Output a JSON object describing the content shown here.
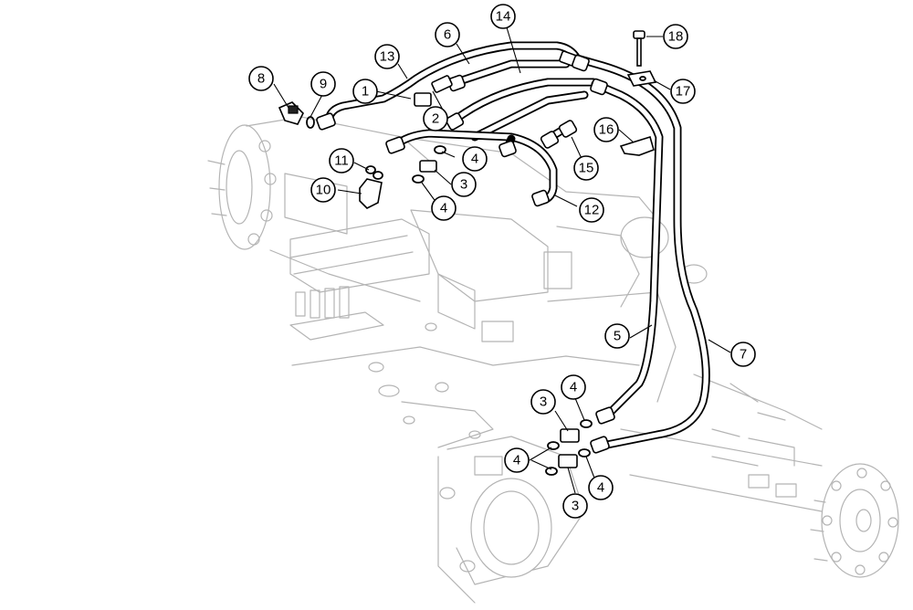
{
  "callouts": [
    {
      "id": "c1",
      "label": "1"
    },
    {
      "id": "c2",
      "label": "2"
    },
    {
      "id": "c3a",
      "label": "3"
    },
    {
      "id": "c3b",
      "label": "3"
    },
    {
      "id": "c3c",
      "label": "3"
    },
    {
      "id": "c4a",
      "label": "4"
    },
    {
      "id": "c4b",
      "label": "4"
    },
    {
      "id": "c4c",
      "label": "4"
    },
    {
      "id": "c4d",
      "label": "4"
    },
    {
      "id": "c4e",
      "label": "4"
    },
    {
      "id": "c5",
      "label": "5"
    },
    {
      "id": "c6",
      "label": "6"
    },
    {
      "id": "c7",
      "label": "7"
    },
    {
      "id": "c8",
      "label": "8"
    },
    {
      "id": "c9",
      "label": "9"
    },
    {
      "id": "c10",
      "label": "10"
    },
    {
      "id": "c11",
      "label": "11"
    },
    {
      "id": "c12",
      "label": "12"
    },
    {
      "id": "c13",
      "label": "13"
    },
    {
      "id": "c14",
      "label": "14"
    },
    {
      "id": "c15",
      "label": "15"
    },
    {
      "id": "c16",
      "label": "16"
    },
    {
      "id": "c17",
      "label": "17"
    },
    {
      "id": "c18",
      "label": "18"
    }
  ]
}
